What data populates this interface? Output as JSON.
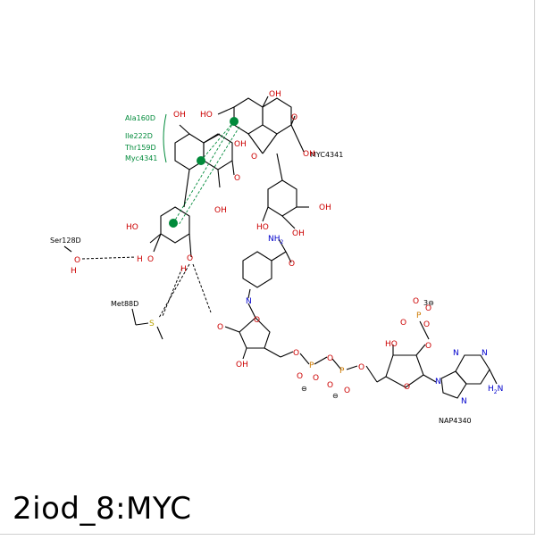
{
  "caption": "2iod_8:MYC",
  "colors": {
    "oxygen": "#cc0000",
    "nitrogen": "#0000cc",
    "phosphorus": "#cc7a00",
    "sulfur": "#b8a000",
    "interaction": "#008a3a"
  },
  "residues": {
    "ser": "Ser128D",
    "met": "Met88D",
    "nap": "NAP4340",
    "myc": "MYC4341"
  },
  "pi_group": [
    "Ala160D",
    "Ile222D",
    "Thr159D",
    "Myc4341"
  ],
  "atoms": {
    "oh": "OH",
    "ho": "HO",
    "o": "O",
    "h": "H",
    "n": "N",
    "s": "S",
    "p": "P",
    "nh2": "NH",
    "nh2_sub": "2",
    "h2n": "H",
    "h2n_sub": "2",
    "h2n_n": "N",
    "minus": "⊖",
    "three_minus": "3⊖"
  }
}
